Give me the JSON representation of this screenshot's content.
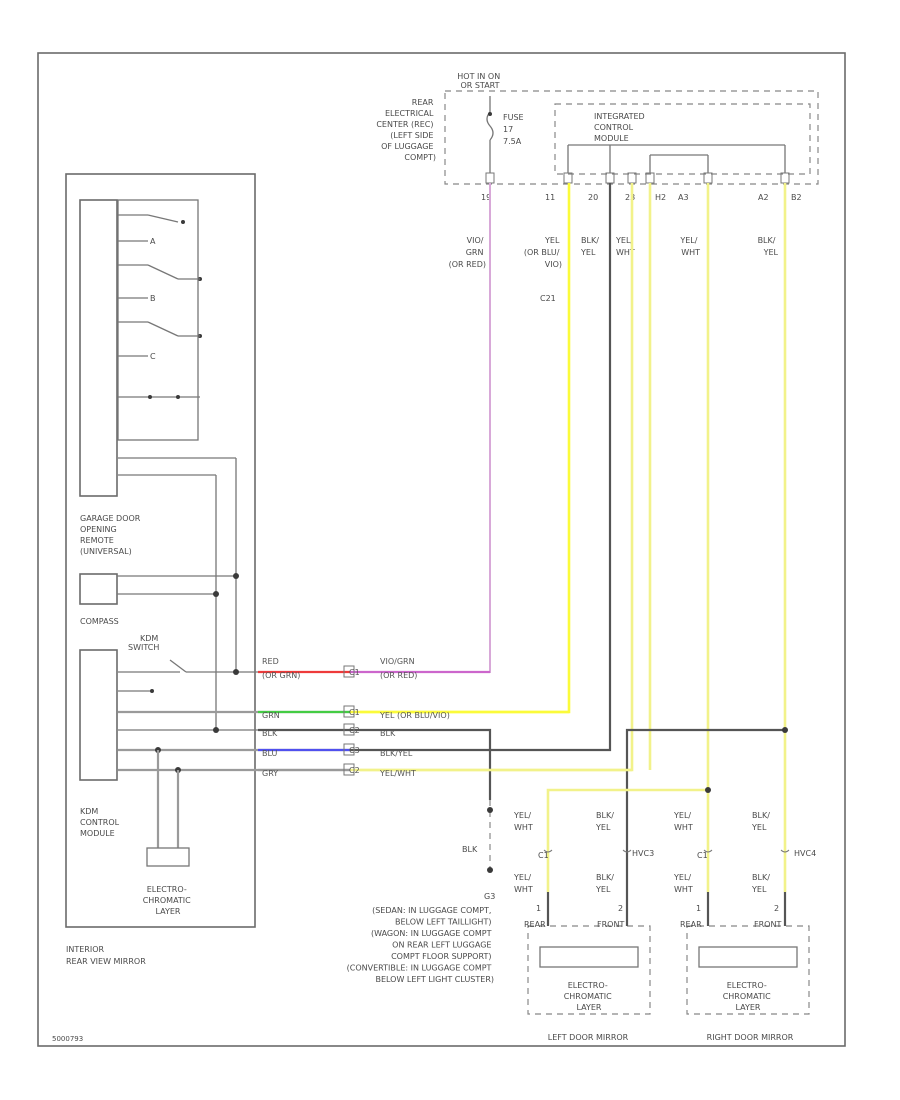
{
  "fuse_block": {
    "hot_in": [
      "HOT IN ON",
      "OR START"
    ],
    "location": [
      "REAR",
      "ELECTRICAL",
      "CENTER (REC)",
      "(LEFT SIDE",
      "OF LUGGAGE",
      "COMPT)"
    ],
    "fuse": [
      "FUSE",
      "17",
      "7.5A"
    ],
    "icm": [
      "INTEGRATED",
      "CONTROL",
      "MODULE"
    ],
    "pins": [
      "19",
      "11",
      "20",
      "23",
      "H2",
      "A3",
      "A2",
      "B2"
    ]
  },
  "wire_labels": {
    "vio_grn": [
      "VIO/",
      "GRN",
      "(OR RED)"
    ],
    "yel_or_blu": [
      "YEL",
      "(OR BLU/",
      "VIO)"
    ],
    "blk_yel": [
      "BLK/",
      "YEL"
    ],
    "yel_wht": [
      "YEL/",
      "WHT"
    ],
    "yel_wht_2": [
      "YEL/",
      "WHT"
    ],
    "blk_yel_2": [
      "BLK/",
      "YEL"
    ],
    "connector_c21": "C21"
  },
  "garage": {
    "switches": [
      "A",
      "B",
      "C"
    ],
    "label": [
      "GARAGE DOOR",
      "OPENING",
      "REMOTE",
      "(UNIVERSAL)"
    ]
  },
  "compass": {
    "title": "COMPASS"
  },
  "kdm": {
    "switch": [
      "KDM",
      "SWITCH"
    ],
    "module": [
      "KDM",
      "CONTROL",
      "MODULE"
    ],
    "layer": [
      "ELECTRO-",
      "CHROMATIC",
      "LAYER"
    ]
  },
  "mirror_title": [
    "INTERIOR",
    "REAR VIEW MIRROR"
  ],
  "harness": {
    "colors_left": [
      "RED",
      "(OR GRN)",
      "GRN",
      "BLK",
      "BLU",
      "GRY"
    ],
    "connector_pins": [
      "C1",
      "C1",
      "C2",
      "C3",
      "C2"
    ],
    "colors_right": [
      "VIO/GRN",
      "(OR RED)",
      "YEL (OR BLU/VIO)",
      "BLK",
      "BLK/YEL",
      "YEL/WHT"
    ]
  },
  "ground": {
    "wire": "BLK",
    "id": "G3",
    "notes": [
      "(SEDAN: IN LUGGAGE COMPT,",
      "BELOW LEFT TAILLIGHT)",
      "(WAGON: IN LUGGAGE COMPT",
      "ON REAR LEFT LUGGAGE",
      "COMPT FLOOR SUPPORT)",
      "(CONVERTIBLE: IN LUGGAGE COMPT",
      "BELOW LEFT LIGHT CLUSTER)"
    ]
  },
  "door_mirrors": {
    "left_upper_labels": [
      "YEL/",
      "WHT",
      "BLK/",
      "YEL"
    ],
    "right_upper_labels": [
      "YEL/",
      "WHT",
      "BLK/",
      "YEL"
    ],
    "left_conn": "C1",
    "left_conn2": "HVC3",
    "right_conn": "C1",
    "right_conn2": "HVC4",
    "left_lower_labels": [
      "YEL/",
      "WHT",
      "BLK/",
      "YEL"
    ],
    "right_lower_labels": [
      "YEL/",
      "WHT",
      "BLK/",
      "YEL"
    ],
    "pin_nums": [
      "1",
      "2",
      "1",
      "2"
    ],
    "rear_front": [
      "REAR",
      "FRONT",
      "REAR",
      "FRONT"
    ],
    "layer": [
      "ELECTRO-",
      "CHROMATIC",
      "LAYER"
    ],
    "left_title": "LEFT DOOR MIRROR",
    "right_title": "RIGHT DOOR MIRROR"
  },
  "footer_code": "5000793"
}
